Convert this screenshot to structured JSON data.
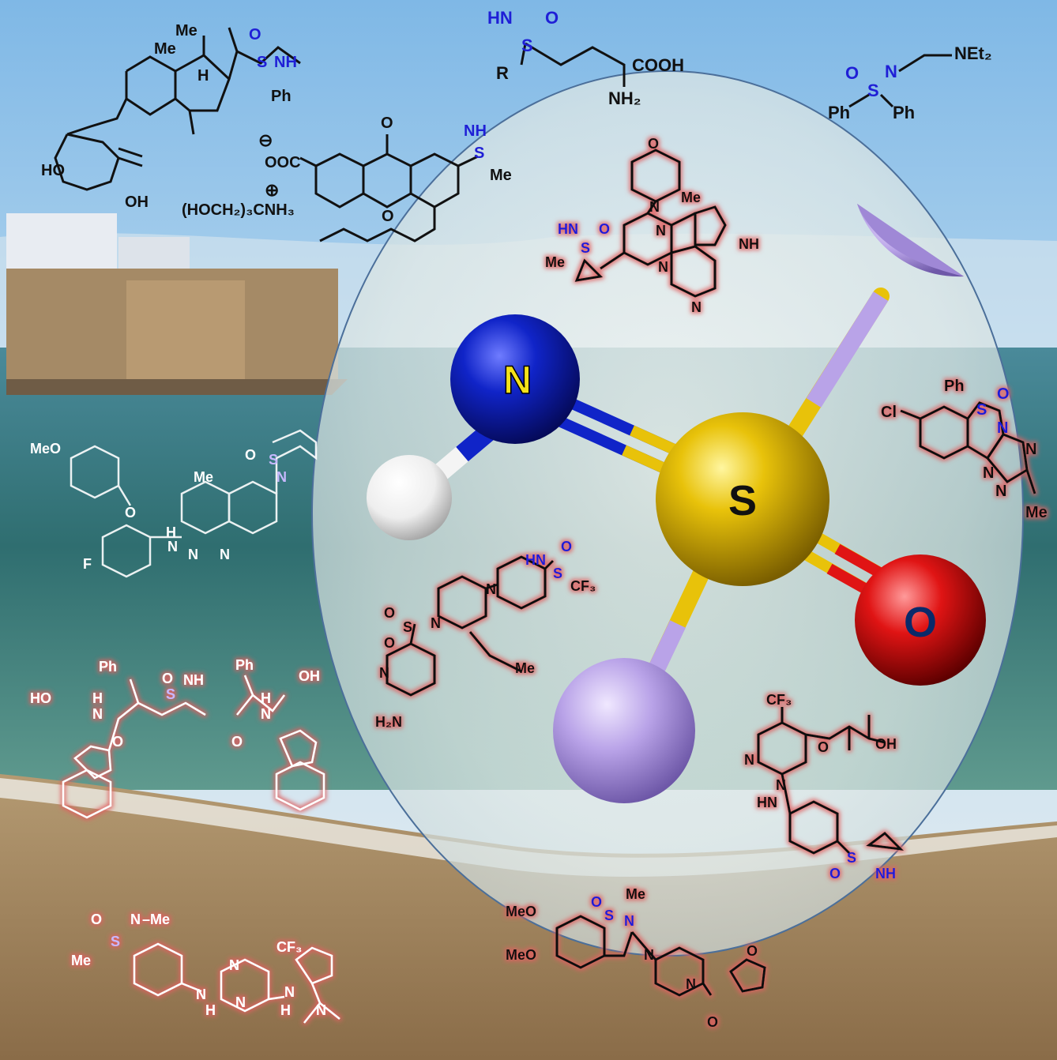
{
  "colors": {
    "sulfur": "#e8c20a",
    "nitrogen": "#1024c8",
    "oxygen": "#e01414",
    "hydrogen": "#f4f4f4",
    "substituent": "#b9a3e8",
    "imine_label": "#1f1fd6",
    "glow": "#e06060"
  },
  "atoms": {
    "S": "S",
    "N": "N",
    "O": "O"
  },
  "mol_vitd": {
    "me1": "Me",
    "me2": "Me",
    "h": "H",
    "nh": "NH",
    "o": "O",
    "s": "S",
    "ph": "Ph",
    "ho": "HO",
    "oh": "OH"
  },
  "mol_aa": {
    "hn": "HN",
    "o": "O",
    "s": "S",
    "r": "R",
    "cooh": "COOH",
    "nh2": "NH₂"
  },
  "mol_ph2": {
    "o": "O",
    "s": "S",
    "n": "N",
    "net2": "NEt₂",
    "ph1": "Ph",
    "ph2": "Ph"
  },
  "mol_xanth": {
    "minus": "⊖",
    "plus": "⊕",
    "ooc": "OOC",
    "o_top": "O",
    "o_ring": "O",
    "s": "S",
    "nh": "NH",
    "me": "Me",
    "counterion": "(HOCH₂)₃CNH₃"
  },
  "mol_morph": {
    "o": "O",
    "n": "N",
    "me": "Me",
    "hn": "HN",
    "o2": "O",
    "s": "S",
    "me2": "Me",
    "n1": "N",
    "n2": "N",
    "nh": "NH",
    "n3": "N"
  },
  "mol_triaz": {
    "ph": "Ph",
    "s": "S",
    "o": "O",
    "n": "N",
    "cl": "Cl",
    "n2": "N",
    "n3": "N",
    "n4": "N",
    "me": "Me"
  },
  "mol_quin": {
    "meo": "MeO",
    "o": "O",
    "s": "S",
    "n": "N",
    "o2": "O",
    "me": "Me",
    "h": "H",
    "n2": "N",
    "f": "F",
    "n3": "N",
    "n4": "N"
  },
  "mol_pip": {
    "hn": "HN",
    "o": "O",
    "s": "S",
    "cf3": "CF₃",
    "n1": "N",
    "n2": "N",
    "s2": "S",
    "o2": "O",
    "o3": "O",
    "me": "Me",
    "n3": "N",
    "h2n": "H₂N"
  },
  "mol_pept": {
    "ph1": "Ph",
    "ph2": "Ph",
    "ho": "HO",
    "oh": "OH",
    "h1": "H",
    "h2": "H",
    "n1": "N",
    "n2": "N",
    "o1": "O",
    "o2": "O",
    "s": "S",
    "nh": "NH",
    "o3": "O"
  },
  "mol_cf3pyr": {
    "cf3": "CF₃",
    "o": "O",
    "oh": "OH",
    "n1": "N",
    "n2": "N",
    "hn": "HN",
    "s": "S",
    "o2": "O",
    "nh": "NH"
  },
  "mol_nme": {
    "o": "O",
    "n": "N",
    "me1": "–Me",
    "s": "S",
    "me2": "Me",
    "cf3": "CF₃",
    "n1": "N",
    "n2": "N",
    "h1": "H",
    "h2": "H",
    "n3": "N",
    "n4": "N",
    "n5": "N"
  },
  "mol_furan": {
    "o": "O",
    "s": "S",
    "me": "Me",
    "n": "N",
    "meo1": "MeO",
    "meo2": "MeO",
    "n1": "N",
    "n2": "N",
    "o2": "O",
    "o3": "O"
  }
}
